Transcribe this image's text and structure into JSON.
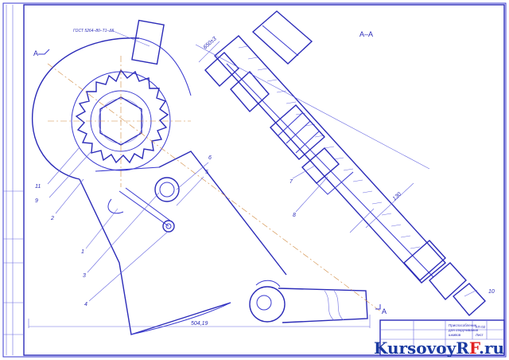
{
  "drawing": {
    "section_label": "А–А",
    "cut_marker_top": "А",
    "cut_marker_bottom": "А",
    "surface_note": "ГОСТ 5264–80–Т1–Δ5",
    "dimension_overall": "504,19",
    "dimension_rod": "650±3",
    "dimension_rod2": "130",
    "part_numbers": [
      "11",
      "9",
      "2",
      "1",
      "3",
      "4",
      "5",
      "6",
      "7",
      "8",
      "10"
    ]
  },
  "title_block": {
    "name_line1": "Приспособление",
    "name_line2": "для откручивания",
    "name_line3": "шкивов",
    "code": "КП 02",
    "sheet": "Лист"
  },
  "watermark": {
    "text_main": "KursovoyR",
    "text_accent": "F",
    "text_tail": ".ru"
  }
}
